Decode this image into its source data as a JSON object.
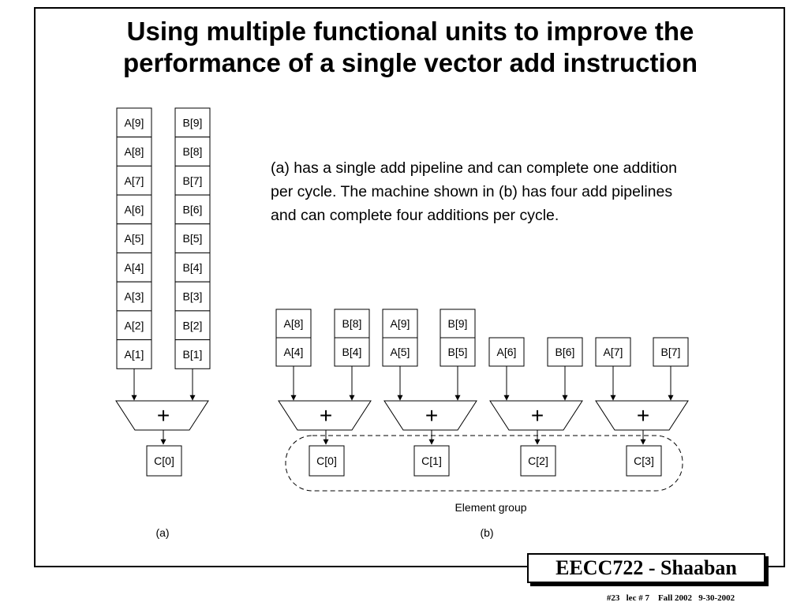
{
  "slide": {
    "title_lines": [
      "Using multiple functional units to improve the",
      "performance of a single vector add instruction"
    ],
    "caption_lines": [
      "(a) has a single add pipeline and can complete one addition",
      "per cycle. The machine shown in (b) has four add pipelines",
      "and can complete four additions per cycle."
    ],
    "badge": "EECC722 - Shaaban",
    "footer": "#23   lec # 7    Fall 2002   9-30-2002"
  },
  "diagram": {
    "machine_a": {
      "label": "(a)",
      "a_column": [
        "A[9]",
        "A[8]",
        "A[7]",
        "A[6]",
        "A[5]",
        "A[4]",
        "A[3]",
        "A[2]",
        "A[1]"
      ],
      "b_column": [
        "B[9]",
        "B[8]",
        "B[7]",
        "B[6]",
        "B[5]",
        "B[4]",
        "B[3]",
        "B[2]",
        "B[1]"
      ],
      "operator": "+",
      "output": "C[0]"
    },
    "machine_b": {
      "label": "(b)",
      "group_label": "Element group",
      "pipelines": [
        {
          "a": [
            "A[8]",
            "A[4]"
          ],
          "b": [
            "B[8]",
            "B[4]"
          ],
          "operator": "+",
          "output": "C[0]"
        },
        {
          "a": [
            "A[9]",
            "A[5]"
          ],
          "b": [
            "B[9]",
            "B[5]"
          ],
          "operator": "+",
          "output": "C[1]"
        },
        {
          "a": [
            "A[6]"
          ],
          "b": [
            "B[6]"
          ],
          "operator": "+",
          "output": "C[2]"
        },
        {
          "a": [
            "A[7]"
          ],
          "b": [
            "B[7]"
          ],
          "operator": "+",
          "output": "C[3]"
        }
      ]
    }
  }
}
